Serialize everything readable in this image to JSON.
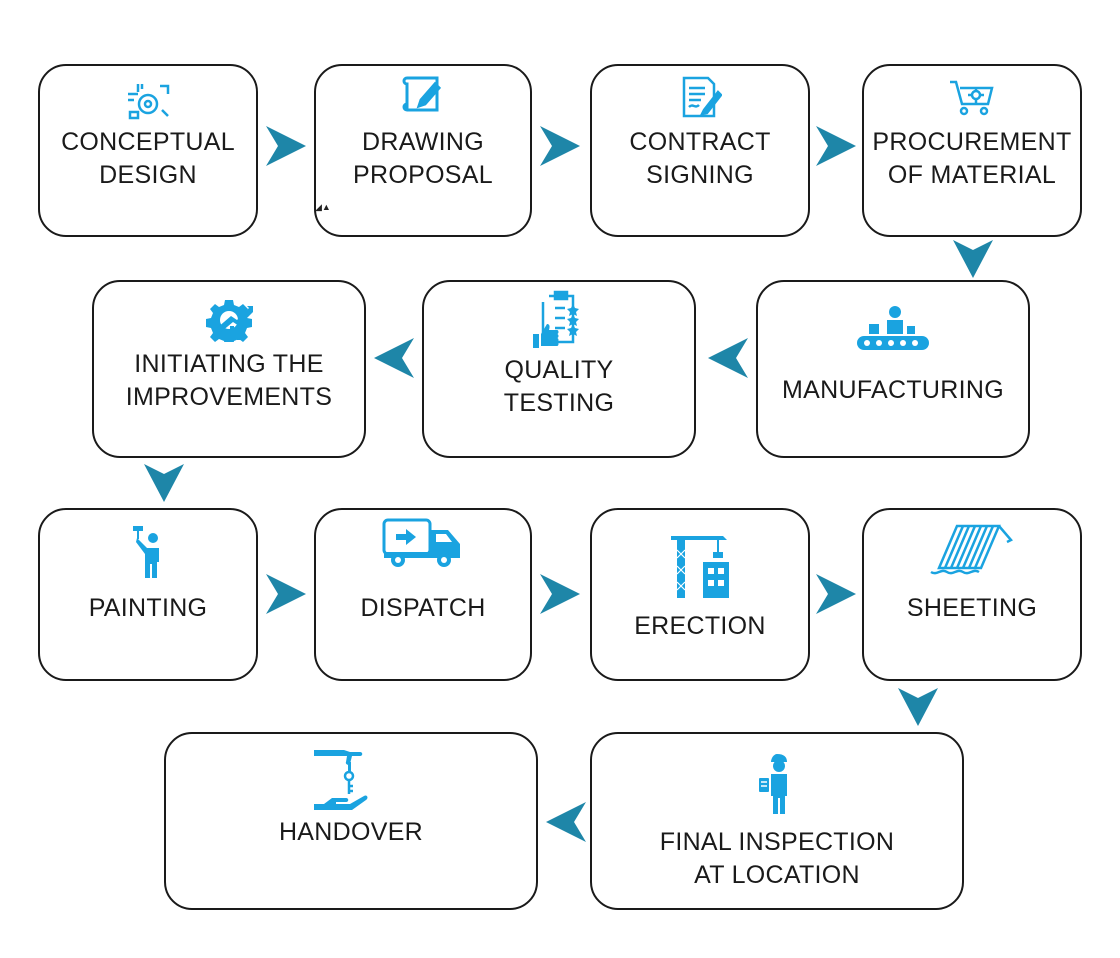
{
  "steps": [
    {
      "label": "CONCEPTUAL\nDESIGN",
      "icon": "design-concept-icon"
    },
    {
      "label": "DRAWING\nPROPOSAL",
      "icon": "blueprint-pencil-icon"
    },
    {
      "label": "CONTRACT\nSIGNING",
      "icon": "contract-sign-icon"
    },
    {
      "label": "PROCUREMENT\nOF MATERIAL",
      "icon": "cart-gear-icon"
    },
    {
      "label": "MANUFACTURING",
      "icon": "conveyor-worker-icon"
    },
    {
      "label": "QUALITY\nTESTING",
      "icon": "checklist-thumbs-up-icon"
    },
    {
      "label": "INITIATING THE\nIMPROVEMENTS",
      "icon": "gear-growth-icon"
    },
    {
      "label": "PAINTING",
      "icon": "painter-roller-icon"
    },
    {
      "label": "DISPATCH",
      "icon": "delivery-truck-icon"
    },
    {
      "label": "ERECTION",
      "icon": "tower-crane-icon"
    },
    {
      "label": "SHEETING",
      "icon": "roof-sheet-icon"
    },
    {
      "label": "FINAL INSPECTION\nAT LOCATION",
      "icon": "inspector-clipboard-icon"
    },
    {
      "label": "HANDOVER",
      "icon": "key-handover-icon"
    }
  ],
  "colors": {
    "accent": "#1aa3e0",
    "arrow": "#1e86a8",
    "border": "#1a1a1a"
  }
}
